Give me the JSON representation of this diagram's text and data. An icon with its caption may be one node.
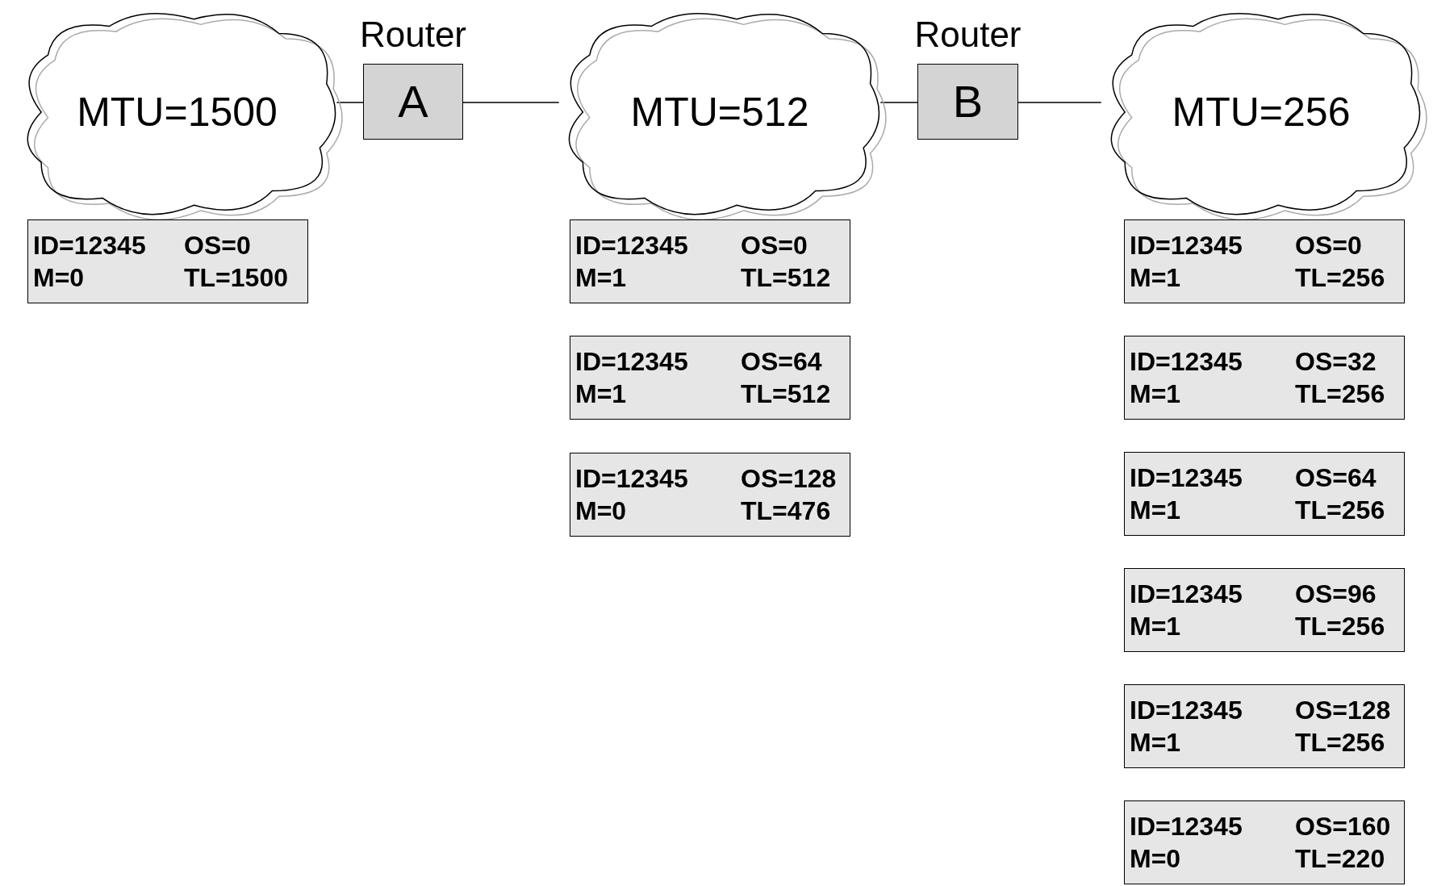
{
  "diagram": {
    "nodes": [
      {
        "text": [
          "MTU=1500"
        ]
      },
      {
        "text": [
          "MTU=512"
        ]
      },
      {
        "text": [
          "MTU=256"
        ]
      },
      {
        "text": [
          "A"
        ],
        "beside": [
          "Router"
        ]
      },
      {
        "text": [
          "B"
        ],
        "beside": [
          "Router"
        ]
      },
      {
        "text": [
          "ID=12345",
          "OS=0",
          "M=0",
          "TL=1500"
        ]
      },
      {
        "text": [
          "ID=12345",
          "OS=0",
          "M=1",
          "TL=512"
        ]
      },
      {
        "text": [
          "ID=12345",
          "OS=64",
          "M=1",
          "TL=512"
        ]
      },
      {
        "text": [
          "ID=12345",
          "OS=128",
          "M=0",
          "TL=476"
        ]
      },
      {
        "text": [
          "ID=12345",
          "OS=0",
          "M=1",
          "TL=256"
        ]
      },
      {
        "text": [
          "ID=12345",
          "OS=32",
          "M=1",
          "TL=256"
        ]
      },
      {
        "text": [
          "ID=12345",
          "OS=64",
          "M=1",
          "TL=256"
        ]
      },
      {
        "text": [
          "ID=12345",
          "OS=96",
          "M=1",
          "TL=256"
        ]
      },
      {
        "text": [
          "ID=12345",
          "OS=128",
          "M=1",
          "TL=256"
        ]
      },
      {
        "text": [
          "ID=12345",
          "OS=160",
          "M=0",
          "TL=220"
        ]
      }
    ],
    "edges": [
      {
        "from": 0,
        "to": 3,
        "arrow": "none"
      },
      {
        "from": 3,
        "to": 1,
        "arrow": "none"
      },
      {
        "from": 1,
        "to": 4,
        "arrow": "none"
      },
      {
        "from": 4,
        "to": 2,
        "arrow": "none"
      }
    ]
  }
}
